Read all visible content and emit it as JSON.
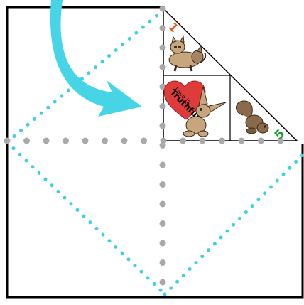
{
  "diagram": {
    "panel_numbers": [
      "1",
      "5"
    ],
    "heart_text_line1": "Love is",
    "heart_text_line2": "Truthful",
    "arrow_meaning": "fold-direction",
    "colors": {
      "frame": "#000000",
      "fold_line_diagonal": "#3ed0e4",
      "fold_line_center": "#a9a9a9",
      "arrow": "#45d5e6",
      "number_1": "#f05a1a",
      "number_5": "#1aa035",
      "heart": "#de3b3b",
      "animal_fur": "#8b6a4c",
      "animal_fur_light": "#c7a57d",
      "animal_outline": "#3a2a1a"
    },
    "icons": [
      "curved-arrow-icon",
      "heart-icon",
      "cat-icon",
      "rabbit-icon",
      "squirrel-icon"
    ]
  }
}
